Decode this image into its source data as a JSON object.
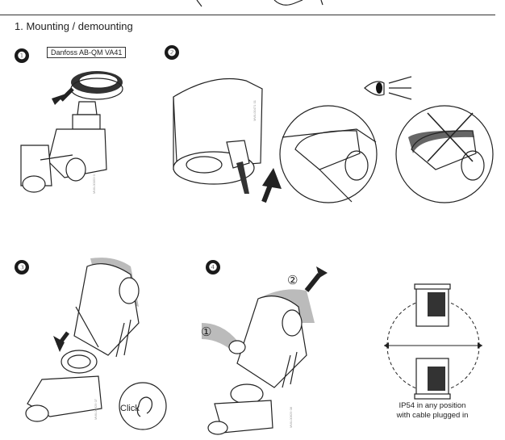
{
  "section": {
    "title": "1. Mounting / demounting"
  },
  "steps": [
    {
      "number": "❶"
    },
    {
      "number": "❷"
    },
    {
      "number": "❸"
    },
    {
      "number": "❹"
    }
  ],
  "step1": {
    "valve_label": "Danfoss AB-QM VA41",
    "drawing_code": "MWL00053 0"
  },
  "step2": {
    "drawing_code": "MWL00471 01"
  },
  "step3": {
    "click_text": "Click",
    "drawing_code": "MWL00629 07"
  },
  "step4": {
    "sub_steps": [
      "①",
      "②"
    ],
    "drawing_code": "MWL00629 08"
  },
  "orientation": {
    "caption_line1": "IP54 in any position",
    "caption_line2": "with cable plugged in"
  },
  "colors": {
    "ink": "#222222",
    "badge": "#1a1a1a",
    "gray": "#cfcfcf"
  }
}
